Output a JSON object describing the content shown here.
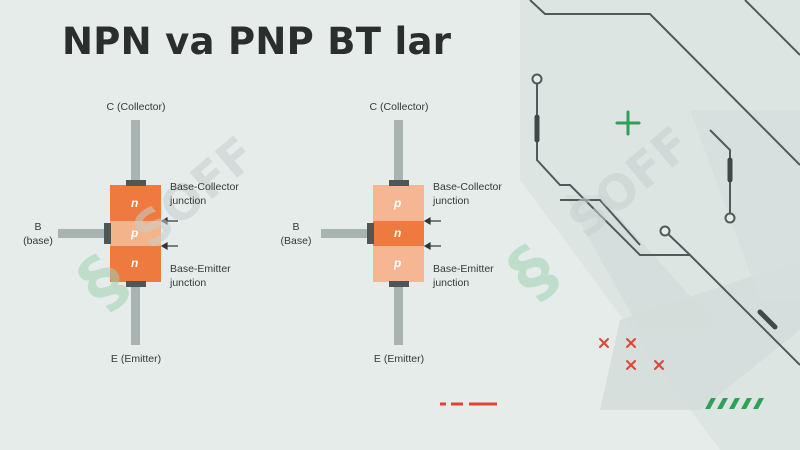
{
  "title": "NPN va PNP BT lar",
  "watermark": "SOFF",
  "npn": {
    "collector_label": "C (Collector)",
    "base_label_line1": "B",
    "base_label_line2": "(base)",
    "emitter_label": "E (Emitter)",
    "bc_junction_line1": "Base-Collector",
    "bc_junction_line2": "junction",
    "be_junction_line1": "Base-Emitter",
    "be_junction_line2": "junction",
    "layers": [
      "n",
      "p",
      "n"
    ]
  },
  "pnp": {
    "collector_label": "C (Collector)",
    "base_label_line1": "B",
    "base_label_line2": "(Base)",
    "emitter_label": "E (Emitter)",
    "bc_junction_line1": "Base-Collector",
    "bc_junction_line2": "junction",
    "be_junction_line1": "Base-Emitter",
    "be_junction_line2": "junction",
    "layers": [
      "p",
      "n",
      "p"
    ]
  },
  "colors": {
    "npn_n_layer": "#ee7a40",
    "npn_p_layer": "#f4b48a",
    "pnp_p_layer": "#f6b693",
    "pnp_n_layer": "#ee7a40",
    "lead": "#a9b4b2",
    "terminal": "#4f5755",
    "accent_green": "#2ea05a",
    "accent_red": "#e04437",
    "circuit_line": "#4e5b5a"
  },
  "icons": [
    "plus-icon",
    "x-mark-icon",
    "dash-icon",
    "stripe-icon"
  ]
}
